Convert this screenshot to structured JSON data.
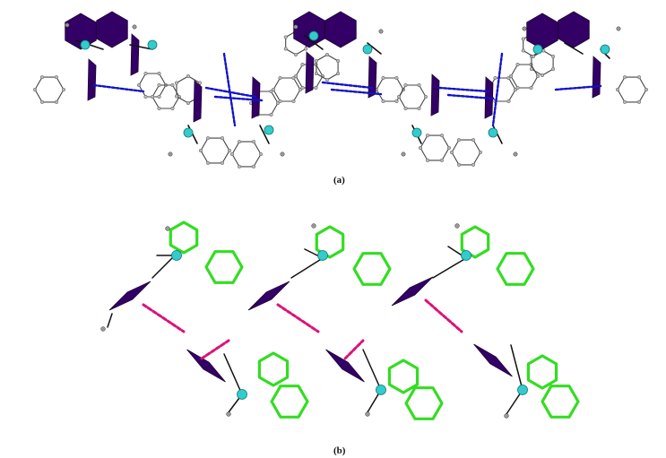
{
  "panels": [
    {
      "id": "a",
      "caption": "(a)"
    },
    {
      "id": "b",
      "caption": "(b)"
    }
  ],
  "colors": {
    "ring_a": "#444444",
    "ring_b": "#33dd22",
    "plane": "#330066",
    "metal": "#33cccc",
    "contact_a": "#1010cc",
    "contact_b": "#dd1177",
    "bond": "#111111",
    "atom": "#666666"
  }
}
